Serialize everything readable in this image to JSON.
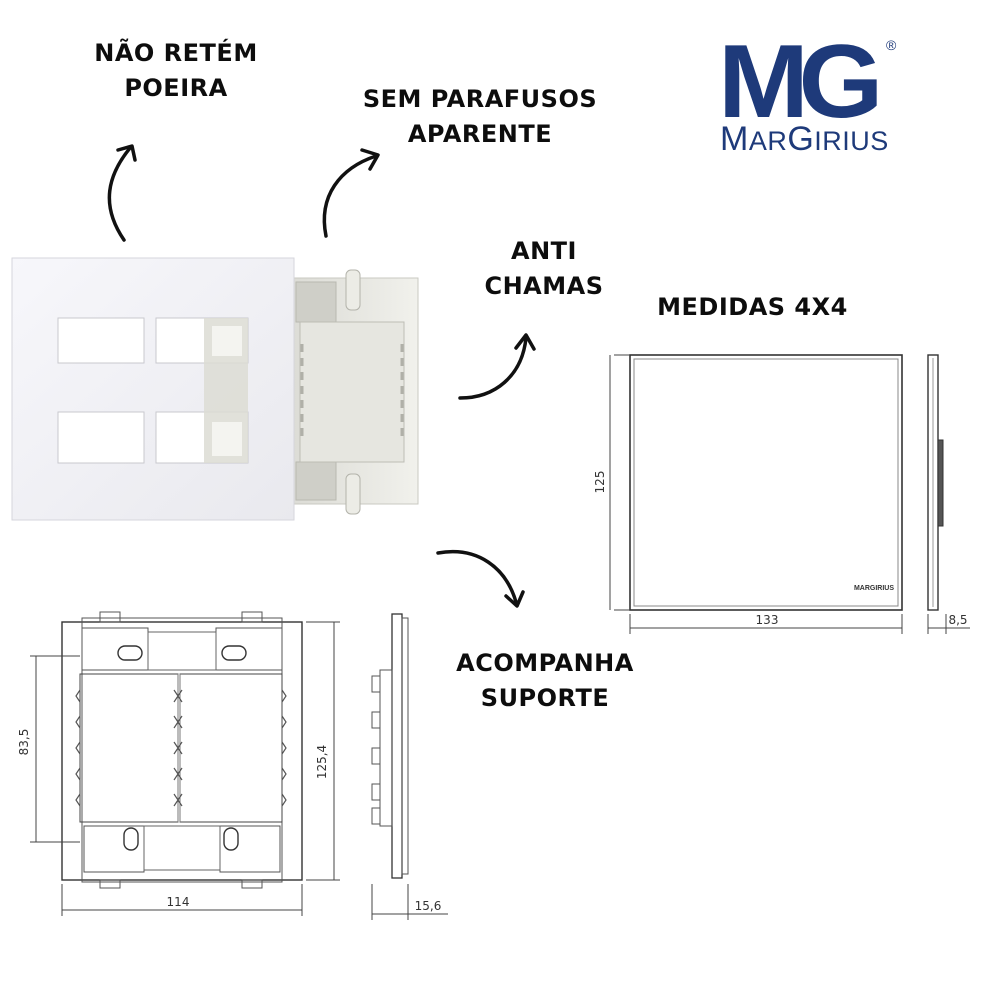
{
  "brand": {
    "logo_letters": "MG",
    "registered": "®",
    "name_lead1": "M",
    "name_rest1": "AR",
    "name_lead2": "G",
    "name_rest2": "IRIUS",
    "color": "#1e3a7a"
  },
  "features": {
    "dust": [
      "NÃO RETÉM",
      "POEIRA"
    ],
    "screws": [
      "SEM PARAFUSOS",
      "APARENTE"
    ],
    "flame": [
      "ANTI",
      "CHAMAS"
    ],
    "measures": "MEDIDAS 4X4",
    "support": [
      "ACOMPANHA",
      "SUPORTE"
    ]
  },
  "plate_drawing": {
    "height_label": "125",
    "width_label": "133",
    "depth_label": "8,5",
    "engraving": "MARGIRIUS"
  },
  "support_drawing": {
    "inner_height_label": "83,5",
    "height_label": "125,4",
    "width_label": "114",
    "depth_label": "15,6"
  },
  "icons": [
    "curved-arrow-icon"
  ]
}
